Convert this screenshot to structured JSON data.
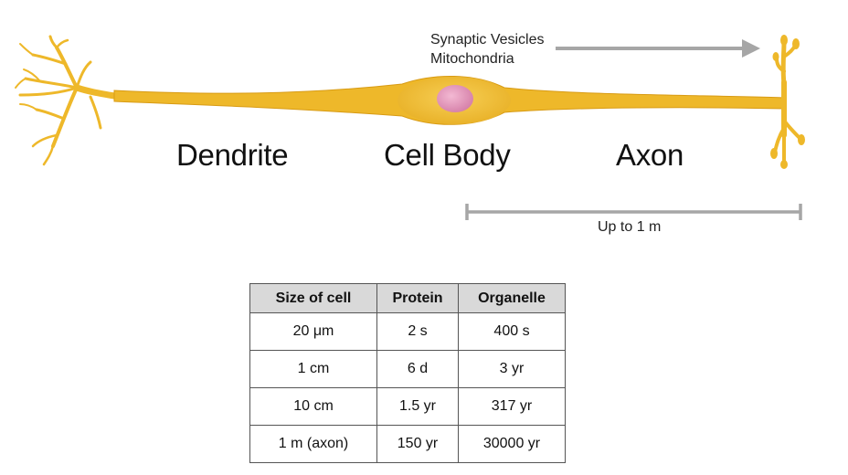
{
  "diagram": {
    "labels": {
      "dendrite": "Dendrite",
      "cell_body": "Cell Body",
      "axon": "Axon",
      "transport_line1": "Synaptic Vesicles",
      "transport_line2": "Mitochondria",
      "length": "Up to 1 m"
    },
    "colors": {
      "neuron": "#eeb82a",
      "neuron_edge": "#d89b14",
      "nucleus": "#dd8db4",
      "arrow": "#a6a6a6"
    }
  },
  "table": {
    "headers": [
      "Size of cell",
      "Protein",
      "Organelle"
    ],
    "rows": [
      {
        "size": "20 μm",
        "protein": "2 s",
        "organelle": "400 s"
      },
      {
        "size": "1 cm",
        "protein": "6 d",
        "organelle": "3 yr"
      },
      {
        "size": "10 cm",
        "protein": "1.5 yr",
        "organelle": "317 yr"
      },
      {
        "size": "1 m (axon)",
        "protein": "150 yr",
        "organelle": "30000 yr"
      }
    ]
  }
}
